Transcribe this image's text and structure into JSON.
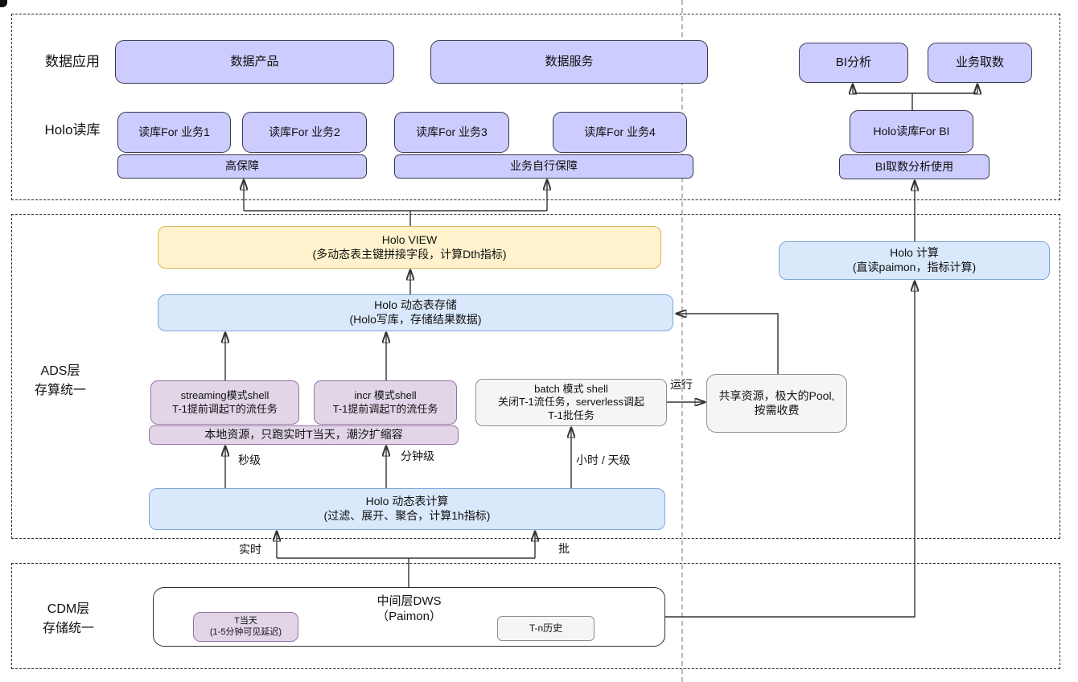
{
  "colors": {
    "lavender_fill": "#ccccff",
    "blue_fill": "#dae8fc",
    "blue_border": "#7ea6d8",
    "yellow_fill": "#fff2cc",
    "yellow_border": "#d6b656",
    "purple_fill": "#e1d5e7",
    "purple_border": "#9673a6",
    "gray_fill": "#f5f5f5",
    "divider_gray": "#b9b9b9"
  },
  "sections": {
    "data_app_label": "数据应用",
    "holo_read_label": "Holo读库",
    "ads_label_line1": "ADS层",
    "ads_label_line2": "存算统一",
    "cdm_label_line1": "CDM层",
    "cdm_label_line2": "存储统一"
  },
  "boxes": {
    "data_product": "数据产品",
    "data_service": "数据服务",
    "bi_analysis": "BI分析",
    "biz_fetch": "业务取数",
    "read_db_1": "读库For 业务1",
    "read_db_2": "读库For 业务2",
    "read_db_3": "读库For 业务3",
    "read_db_4": "读库For 业务4",
    "high_guarantee": "高保障",
    "self_guarantee": "业务自行保障",
    "holo_read_bi": "Holo读库For BI",
    "bi_usage": "BI取数分析使用",
    "holo_view": {
      "line1": "Holo VIEW",
      "line2": "(多动态表主键拼接字段，计算Dth指标)"
    },
    "holo_dt_storage": {
      "line1": "Holo 动态表存储",
      "line2": "(Holo写库，存储结果数据)"
    },
    "holo_compute": {
      "line1": "Holo 计算",
      "line2": "(直读paimon，指标计算)"
    },
    "streaming_shell": {
      "line1": "streaming模式shell",
      "line2": "T-1提前调起T的流任务"
    },
    "incr_shell": {
      "line1": "incr 模式shell",
      "line2": "T-1提前调起T的流任务"
    },
    "local_resource": "本地资源，只跑实时T当天，潮汐扩缩容",
    "batch_shell": {
      "line1": "batch 模式 shell",
      "line2": "关闭T-1流任务，serverless调起",
      "line3": "T-1批任务"
    },
    "shared_pool": {
      "line1": "共享资源，极大的Pool,",
      "line2": "按需收费"
    },
    "holo_dt_compute": {
      "line1": "Holo 动态表计算",
      "line2": "(过滤、展开、聚合，计算1h指标)"
    },
    "dws": {
      "line1": "中间层DWS",
      "line2": "（Paimon）"
    },
    "t_today": {
      "line1": "T当天",
      "line2": "(1-5分钟可见延迟)"
    },
    "t_n_history": "T-n历史"
  },
  "edge_labels": {
    "run": "运行",
    "second_level": "秒级",
    "minute_level": "分钟级",
    "hour_day_level": "小时 / 天级",
    "realtime": "实时",
    "batch": "批"
  }
}
